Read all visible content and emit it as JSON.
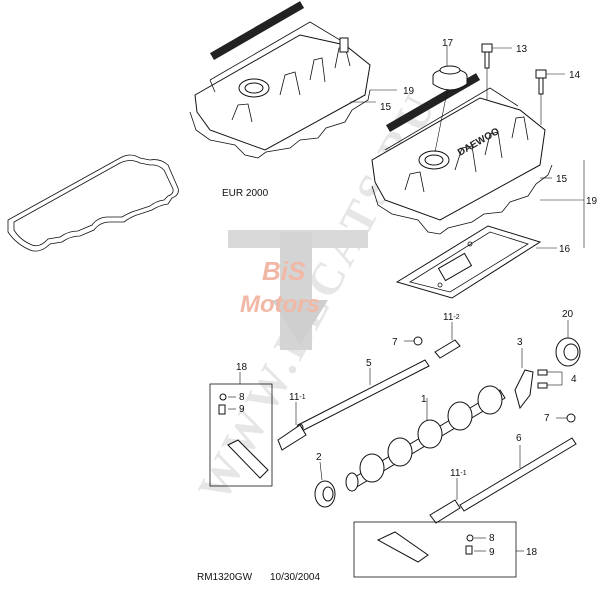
{
  "watermark": {
    "text": "WWW.ELCATS.RU",
    "brand_line1": "BiS",
    "brand_line2": "Motors"
  },
  "variant_label": "EUR 2000",
  "footer": {
    "drawing_id": "RM1320GW",
    "date": "10/30/2004"
  },
  "cover_logo": "DAEWOO",
  "callouts": {
    "c1": "1",
    "c2": "2",
    "c3": "3",
    "c4": "4",
    "c5": "5",
    "c6": "6",
    "c7a": "7",
    "c7b": "7",
    "c8a": "8",
    "c8b": "8",
    "c9a": "9",
    "c9b": "9",
    "c11_1a": "11",
    "c11_1a_sub": "-1",
    "c11_2": "11",
    "c11_2_sub": "-2",
    "c11_1b": "11",
    "c11_1b_sub": "-1",
    "c13": "13",
    "c14": "14",
    "c15a": "15",
    "c15b": "15",
    "c16": "16",
    "c17": "17",
    "c18a": "18",
    "c18b": "18",
    "c19a": "19",
    "c19b": "19",
    "c20": "20"
  }
}
